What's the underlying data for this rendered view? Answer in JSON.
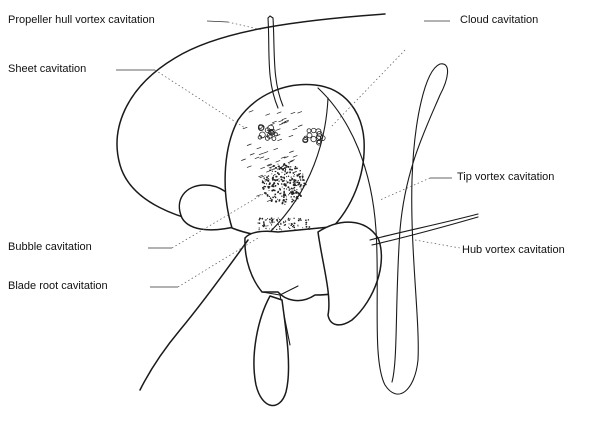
{
  "labels": {
    "propeller_hull_vortex": "Propeller hull vortex cavitation",
    "cloud": "Cloud cavitation",
    "sheet": "Sheet cavitation",
    "tip_vortex": "Tip vortex cavitation",
    "bubble": "Bubble cavitation",
    "hub_vortex": "Hub vortex cavitation",
    "blade_root": "Blade root cavitation"
  },
  "colors": {
    "ink": "#1a1a1a",
    "background": "#ffffff"
  }
}
